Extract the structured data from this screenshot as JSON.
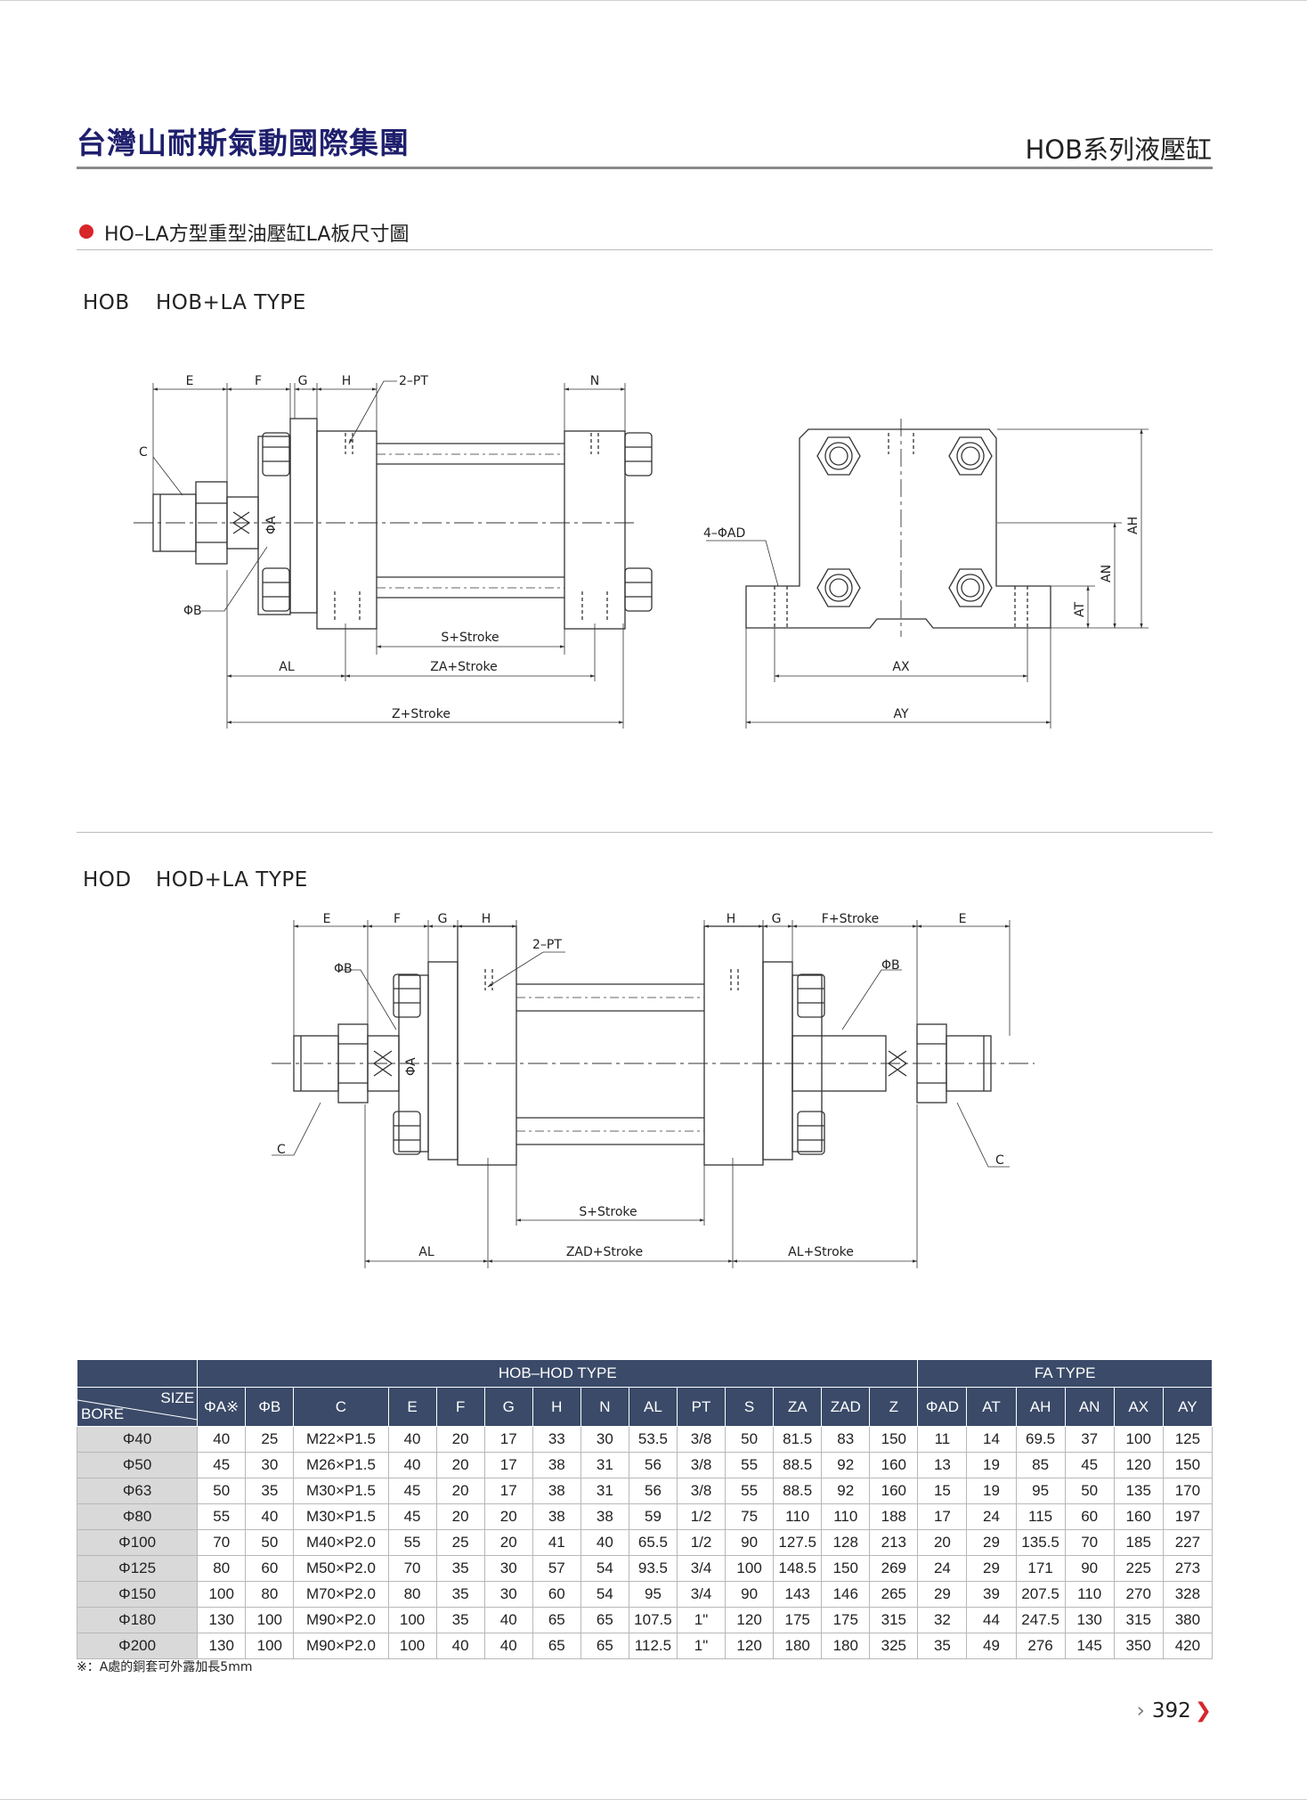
{
  "header": {
    "company": "台灣山耐斯氣動國際集團",
    "series": "HOB系列液壓缸"
  },
  "section_title": "HO–LA方型重型油壓缸LA板尺寸圖",
  "drawing_hob": {
    "code": "HOB",
    "type": "HOB+LA TYPE",
    "labels": {
      "E": "E",
      "F": "F",
      "G": "G",
      "H": "H",
      "PT": "2–PT",
      "N": "N",
      "C": "C",
      "PHI_A": "ΦA",
      "PHI_B": "ΦB",
      "S": "S+Stroke",
      "AL": "AL",
      "ZA": "ZA+Stroke",
      "Z": "Z+Stroke",
      "AD": "4–ΦAD",
      "AH": "AH",
      "AN": "AN",
      "AT": "AT",
      "AX": "AX",
      "AY": "AY"
    }
  },
  "drawing_hod": {
    "code": "HOD",
    "type": "HOD+LA TYPE",
    "labels": {
      "E": "E",
      "F": "F",
      "G": "G",
      "H": "H",
      "PT": "2–PT",
      "H2": "H",
      "G2": "G",
      "FS": "F+Stroke",
      "E2": "E",
      "PHI_B": "ΦB",
      "PHI_B2": "ΦB",
      "PHI_A": "ΦA",
      "C": "C",
      "C2": "C",
      "S": "S+Stroke",
      "AL": "AL",
      "ZAD": "ZAD+Stroke",
      "ALS": "AL+Stroke"
    }
  },
  "table": {
    "group_main": "HOB–HOD TYPE",
    "group_fa": "FA TYPE",
    "corner_size": "SIZE",
    "corner_bore": "BORE",
    "columns": [
      "ΦA※",
      "ΦB",
      "C",
      "E",
      "F",
      "G",
      "H",
      "N",
      "AL",
      "PT",
      "S",
      "ZA",
      "ZAD",
      "Z",
      "ΦAD",
      "AT",
      "AH",
      "AN",
      "AX",
      "AY"
    ],
    "rows": [
      [
        "Φ40",
        "40",
        "25",
        "M22×P1.5",
        "40",
        "20",
        "17",
        "33",
        "30",
        "53.5",
        "3/8",
        "50",
        "81.5",
        "83",
        "150",
        "11",
        "14",
        "69.5",
        "37",
        "100",
        "125"
      ],
      [
        "Φ50",
        "45",
        "30",
        "M26×P1.5",
        "40",
        "20",
        "17",
        "38",
        "31",
        "56",
        "3/8",
        "55",
        "88.5",
        "92",
        "160",
        "13",
        "19",
        "85",
        "45",
        "120",
        "150"
      ],
      [
        "Φ63",
        "50",
        "35",
        "M30×P1.5",
        "45",
        "20",
        "17",
        "38",
        "31",
        "56",
        "3/8",
        "55",
        "88.5",
        "92",
        "160",
        "15",
        "19",
        "95",
        "50",
        "135",
        "170"
      ],
      [
        "Φ80",
        "55",
        "40",
        "M30×P1.5",
        "45",
        "20",
        "20",
        "38",
        "38",
        "59",
        "1/2",
        "75",
        "110",
        "110",
        "188",
        "17",
        "24",
        "115",
        "60",
        "160",
        "197"
      ],
      [
        "Φ100",
        "70",
        "50",
        "M40×P2.0",
        "55",
        "25",
        "20",
        "41",
        "40",
        "65.5",
        "1/2",
        "90",
        "127.5",
        "128",
        "213",
        "20",
        "29",
        "135.5",
        "70",
        "185",
        "227"
      ],
      [
        "Φ125",
        "80",
        "60",
        "M50×P2.0",
        "70",
        "35",
        "30",
        "57",
        "54",
        "93.5",
        "3/4",
        "100",
        "148.5",
        "150",
        "269",
        "24",
        "29",
        "171",
        "90",
        "225",
        "273"
      ],
      [
        "Φ150",
        "100",
        "80",
        "M70×P2.0",
        "80",
        "35",
        "30",
        "60",
        "54",
        "95",
        "3/4",
        "90",
        "143",
        "146",
        "265",
        "29",
        "39",
        "207.5",
        "110",
        "270",
        "328"
      ],
      [
        "Φ180",
        "130",
        "100",
        "M90×P2.0",
        "100",
        "35",
        "40",
        "65",
        "65",
        "107.5",
        "1\"",
        "120",
        "175",
        "175",
        "315",
        "32",
        "44",
        "247.5",
        "130",
        "315",
        "380"
      ],
      [
        "Φ200",
        "130",
        "100",
        "M90×P2.0",
        "100",
        "40",
        "40",
        "65",
        "65",
        "112.5",
        "1\"",
        "120",
        "180",
        "180",
        "325",
        "35",
        "49",
        "276",
        "145",
        "350",
        "420"
      ]
    ]
  },
  "footnote": "※：A處的銅套可外露加長5mm",
  "page_number": "392"
}
